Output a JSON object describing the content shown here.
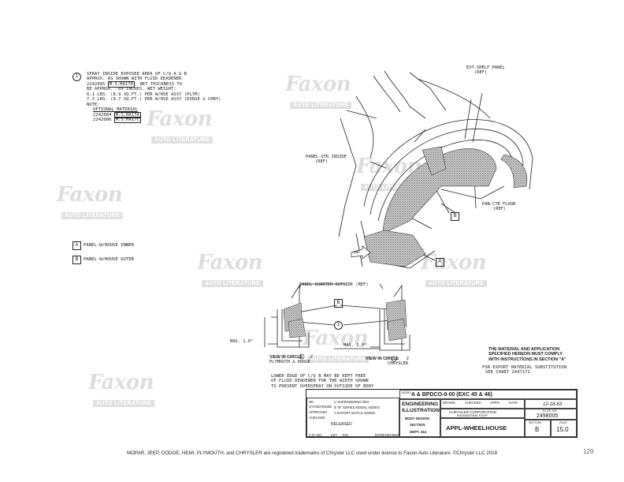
{
  "notes": {
    "spray_number": "1",
    "lines": [
      "SPRAY INSIDE EXPOSED AREA OF C/Q A & B",
      "APPROX. AS SHOWN WITH FLUID DEADENER",
      "2242085",
      "M.S.HA170",
      ". WET THICKNESS TO",
      "BE APPROX. .09 INCHES. WET WEIGHT:",
      "6.1 LBS. (8.9 SQ.FT.) PER W/HSE ASSY (PLYM)",
      "7.3 LBS. (9.7 SQ.FT.) PER W/HSE ASSY (DODGE & CHRY)"
    ],
    "note_label": "NOTE:",
    "optional_label": "OPTIONAL MATERIAL",
    "optional_rows": [
      {
        "part": "2242084",
        "spec": "M.S.HA17A"
      },
      {
        "part": "2242086",
        "spec": "M.S.HA17C"
      }
    ]
  },
  "legend": [
    {
      "key": "A",
      "label": "PANEL-W/HOUSE INNER"
    },
    {
      "key": "B",
      "label": "PANEL-W/HOUSE OUTER"
    }
  ],
  "callouts": {
    "ext_shelf": [
      "EXT-SHELF PANEL",
      "(REF)"
    ],
    "panel_qtr_inside": [
      "PANEL-QTR INSIDE",
      "(REF)"
    ],
    "pan_ctr_floor": [
      "PAN-CTR FLOOR",
      "(REF)"
    ],
    "panel_quarter_outside": "PANEL QUARTER OUTSIDE (REF)",
    "fwd": "FWD",
    "max_left": "MAX. 1.0\"",
    "max_right": "MAX. 1.0\"",
    "view_left_title": "VIEW IN CIRCLE",
    "view_left_letter": "Z",
    "view_left_sub": "PLYMOUTH & DODGE",
    "view_right_title": "VIEW IN CIRCLE",
    "view_right_letter": "Z",
    "view_right_sub": "CHRYSLER",
    "marker_a": "A",
    "marker_b": "B",
    "marker_1": "1"
  },
  "lower_edge_note": [
    "LOWER EDGE OF C/Q B MAY BE KEPT FREE",
    "OF FLUID DEADENER FOR THE WIDTH SHOWN",
    "TO PREVENT OVERSPRAY ON OUTSIDE OF BODY"
  ],
  "material_note": [
    "THE MATERIAL AND APPLICATION",
    "SPECIFIED HEREON MUST COMPLY",
    "WITH INSTRUCTIONS IN SECTION \"A\""
  ],
  "export_note": [
    "FOR EXPORT MATERIAL SUBSTITUTION",
    "SEE CHART 2447172"
  ],
  "title_block": {
    "model_label": "MODEL",
    "model_value": "A & BPDCO-0-00 (EXC 45 & 46)",
    "engineering": "ENGINEERING",
    "illustration": "ILLUSTRATION",
    "body_design": "BODY DESIGN",
    "section": "SECTION",
    "dept": "DEPT. 344",
    "corp": "CHRYSLER CORPORATION",
    "staff": "ENGINEERING STAFF",
    "drawn_label": "DRAWN",
    "checked_label": "CHECKED",
    "appd_label": "APP'D",
    "date_label": "DATE",
    "date_value": "12-18-63",
    "illus_no_label": "ILLUS. NO.",
    "illus_no": "2498005",
    "title": "APPL-WHEELHOUSE",
    "section_label": "SECTION",
    "page_label": "PAGE",
    "section_value": "B",
    "page_value": "15.0",
    "released": "RELEASED",
    "rev_rows": [
      {
        "ltr": "C",
        "desc": "SUPERSEDING REV.",
        "who": "CODE"
      },
      {
        "ltr": "B",
        "desc": "\"B\" SERIES MODEL ADDED",
        "who": ""
      },
      {
        "ltr": "A",
        "desc": "EXPORT MAT'LS ADDED",
        "who": ""
      }
    ],
    "left_col": [
      "DR.",
      "STANDARDIZE",
      "APPROVED",
      "CHECKED",
      "C.R. NO."
    ],
    "bottom_labels": [
      "LET",
      "TAG",
      "DATE",
      "CHECK",
      "NO"
    ]
  },
  "footer": "MOPAR, JEEP, DODGE, HEMI, PLYMOUTH, and CHRYSLER are registered trademarks of Chrysler LLC used under license to Faxon Auto Literature. ©Chrysler LLC 2018",
  "page_number": "129",
  "watermark": {
    "brand": "Faxon",
    "sub": "AUTO LITERATURE"
  }
}
